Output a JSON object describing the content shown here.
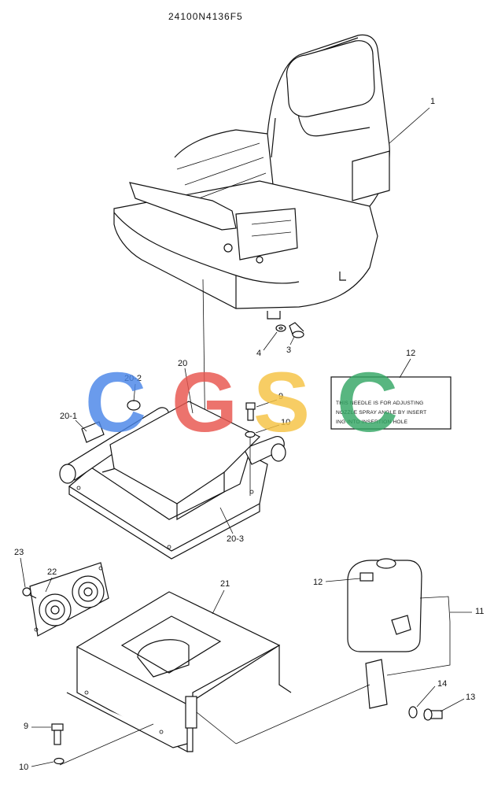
{
  "document_code": "24100N4136F5",
  "watermark": {
    "letters": [
      "C",
      "G",
      "S",
      "C"
    ],
    "colors": [
      "#4a86e8",
      "#e8554e",
      "#f6c343",
      "#34a765"
    ]
  },
  "callouts": {
    "c1": "1",
    "c3": "3",
    "c4": "4",
    "c9a": "9",
    "c10a": "10",
    "c12a": "12",
    "c12b": "12",
    "c20": "20",
    "c20_1": "20-1",
    "c20_2": "20-2",
    "c20_3": "20-3",
    "c21": "21",
    "c22": "22",
    "c23": "23",
    "c11": "11",
    "c13": "13",
    "c14": "14",
    "c9b": "9",
    "c10b": "10"
  },
  "label_note": {
    "lines": [
      "THIS NEEDLE IS FOR ADJUSTING",
      "NOZZLE SPRAY ANGLE BY INSERT",
      "ING INTO INSERTION HOLE"
    ]
  }
}
